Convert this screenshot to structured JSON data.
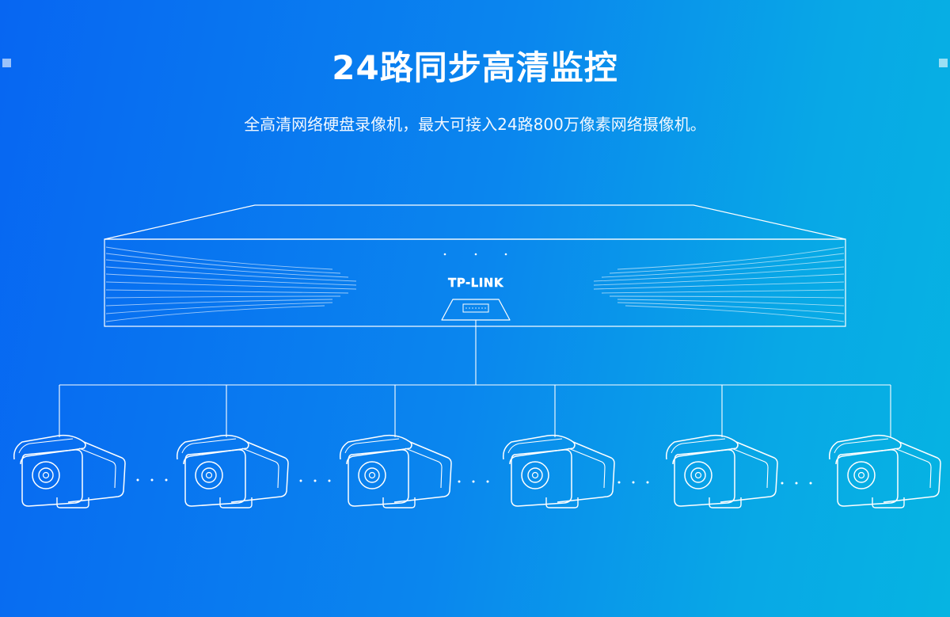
{
  "header": {
    "title": "24路同步高清监控",
    "subtitle": "全高清网络硬盘录像机，最大可接入24路800万像素网络摄像机。"
  },
  "nvr": {
    "brand": "TP-LINK",
    "icon": "usb-port-icon"
  },
  "cameras": {
    "count_shown": 6,
    "icon": "bullet-camera-icon",
    "separator": "· · ·"
  },
  "colors": {
    "line": "#ffffff",
    "background_start": "#0766f2",
    "background_end": "#06b4e2"
  }
}
